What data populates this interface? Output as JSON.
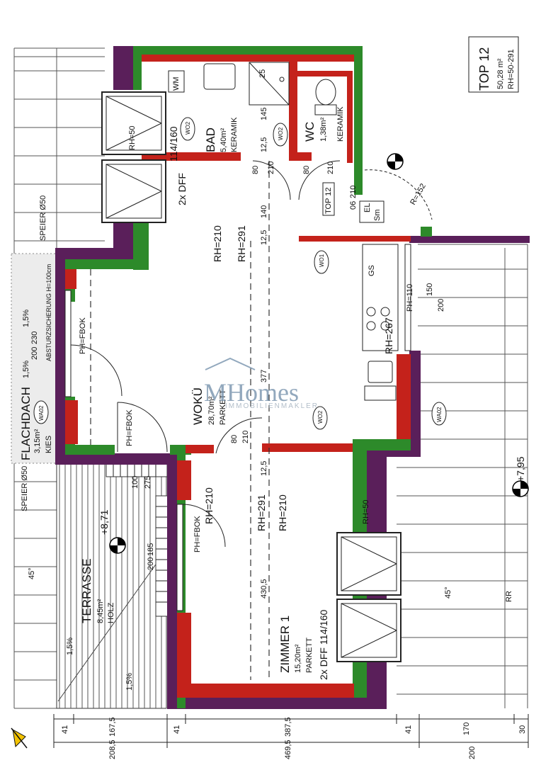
{
  "header": {
    "unit": "TOP 12",
    "area": "50,28 m²",
    "heights": "RH=50-291"
  },
  "rooms": {
    "bad": {
      "name": "BAD",
      "area": "5,40m²",
      "floor": "KERAMIK",
      "wm": "WM",
      "dim_a": "25",
      "dim_b": "145",
      "dim_c": "12,5"
    },
    "wc": {
      "name": "WC",
      "area": "1,38m²",
      "floor": "KERAMIK"
    },
    "woku": {
      "name": "WOKÜ",
      "area": "28,70m²",
      "floor": "PARKETT"
    },
    "zimmer": {
      "name": "ZIMMER 1",
      "area": "15,20m²",
      "floor": "PARKETT"
    },
    "terrasse": {
      "name": "TERRASSE",
      "area": "8,45m²",
      "floor": "HOLZ"
    },
    "flachdach": {
      "name": "FLACHDACH",
      "area": "3,15m²",
      "floor": "KIES"
    }
  },
  "labels": {
    "rh50_top": "RH=50",
    "rh50_bottom": "RH=50",
    "window_top": "114/160",
    "dff_top": "2x DFF",
    "dff_bottom": "2x DFF 114/160",
    "rh210_a": "RH=210",
    "rh291_a": "RH=291",
    "rh210_b": "RH=210",
    "rh291_b": "RH=291",
    "rh210_c": "RH=210",
    "rh267": "RH=267",
    "ph_fbok_1": "PH=FBOK",
    "ph_fbok_2": "PH=FBOK",
    "ph_fbok_3": "PH=FBOK",
    "ph110": "PH=110",
    "wo1": "WO1",
    "wo2_a": "WO2",
    "wo2_b": "WO2",
    "wo2_c": "WO2",
    "wa02_a": "WA02",
    "wa02_b": "WA02",
    "gs": "GS",
    "top12_small": "TOP 12",
    "el": "EL",
    "sm": "Sm",
    "speier_top": "SPEIER Ø50",
    "speier_bottom": "SPEIER Ø50",
    "absturz": "ABSTURZSICHERUNG H=100cm",
    "slope_15_a": "1,5%",
    "slope_15_b": "1,5%",
    "slope_15_c": "1,5%",
    "slope_15_d": "1,5%",
    "angle_45_a": "45°",
    "angle_45_b": "45°",
    "level_871": "+8,71",
    "level_795": "+7,95",
    "r152": "R=152",
    "rr": "RR",
    "d80_210_a": "80",
    "d210_a": "210",
    "d80_210_b": "80",
    "d210_b": "210",
    "d140": "140",
    "d12_5_a": "12,5",
    "d377": "377",
    "d80_c": "80",
    "d210_c": "210",
    "d12_5_b": "12,5",
    "d430_5": "430,5",
    "d06": "06",
    "d210_d": "210",
    "d100": "100",
    "d275": "275",
    "d185": "185",
    "d200_a": "200",
    "d230": "230",
    "d200_b": "200",
    "d150": "150",
    "d200_c": "200"
  },
  "dimensions": {
    "row1": [
      "41",
      "167,5",
      "41",
      "387,5",
      "41",
      "170",
      "30"
    ],
    "row2": [
      "208,5",
      "469,5",
      "200"
    ]
  },
  "logo": {
    "main": "MHomes",
    "sub": "IMMOBILIENMAKLER"
  },
  "colors": {
    "wall_new": "#c4221b",
    "wall_existing": "#2d8a2a",
    "wall_outer": "#5a1f5a"
  }
}
